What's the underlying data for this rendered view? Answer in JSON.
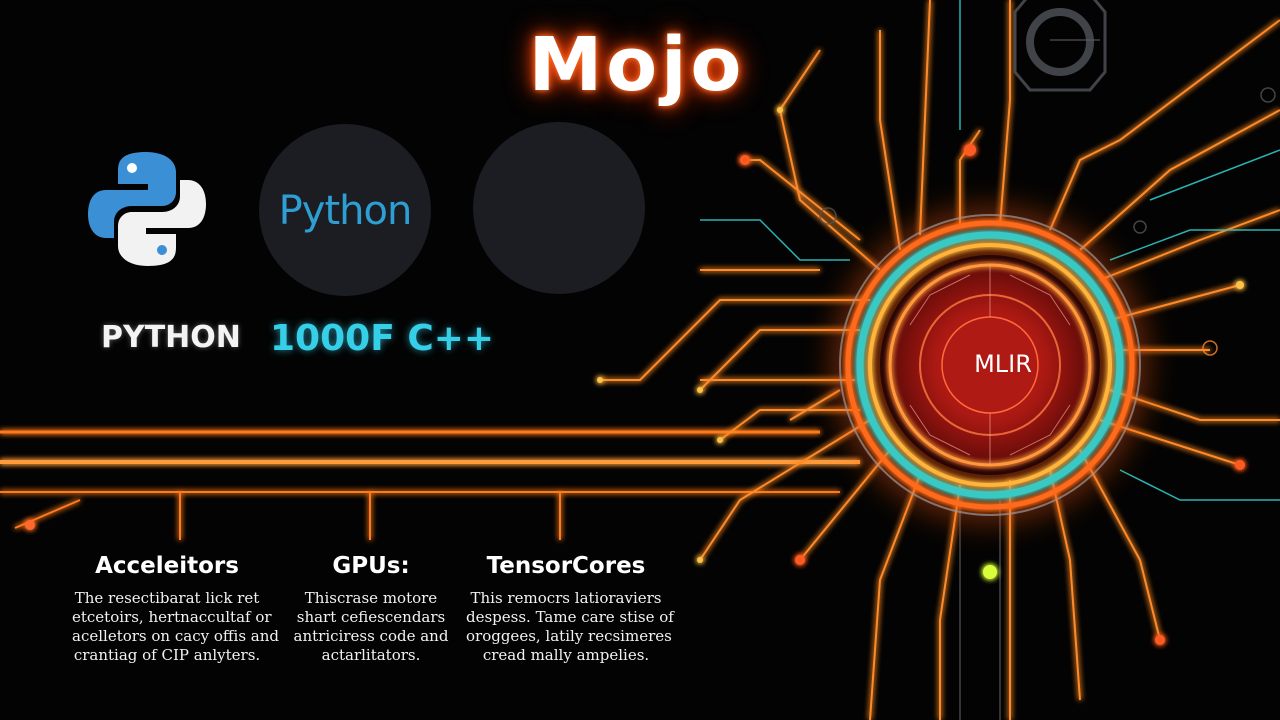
{
  "title": "Mojo",
  "logos": {
    "python_badge_text": "Python",
    "python_label": "PYTHON",
    "cpp_label": "1000F C++"
  },
  "core": {
    "label": "MLIR"
  },
  "columns": [
    {
      "heading": "Acceleitors",
      "lines": [
        "The resectibarat lick ret",
        "etcetoirs, hertnaccultaf or",
        "acelletors on cacy offis and",
        "crantiag of CIP anlyters."
      ]
    },
    {
      "heading": "GPUs:",
      "lines": [
        "Thiscrase motore",
        "shart cefiescendars",
        "antriciress code and",
        "actarlitators."
      ]
    },
    {
      "heading": "TensorCores",
      "lines": [
        "This remocrs latioraviers",
        "despess. Tame care stise of",
        "oroggees, latily recsimeres",
        "cread mally ampelies."
      ]
    }
  ],
  "colors": {
    "background": "#030303",
    "circuit_orange": "#ff7a1e",
    "circuit_cyan": "#2ec7c9",
    "core_red": "#c8281e",
    "python_blue": "#3b8fd4",
    "python_yellow": "#f2f2f2",
    "cpp_cyan": "#35d0e8"
  }
}
